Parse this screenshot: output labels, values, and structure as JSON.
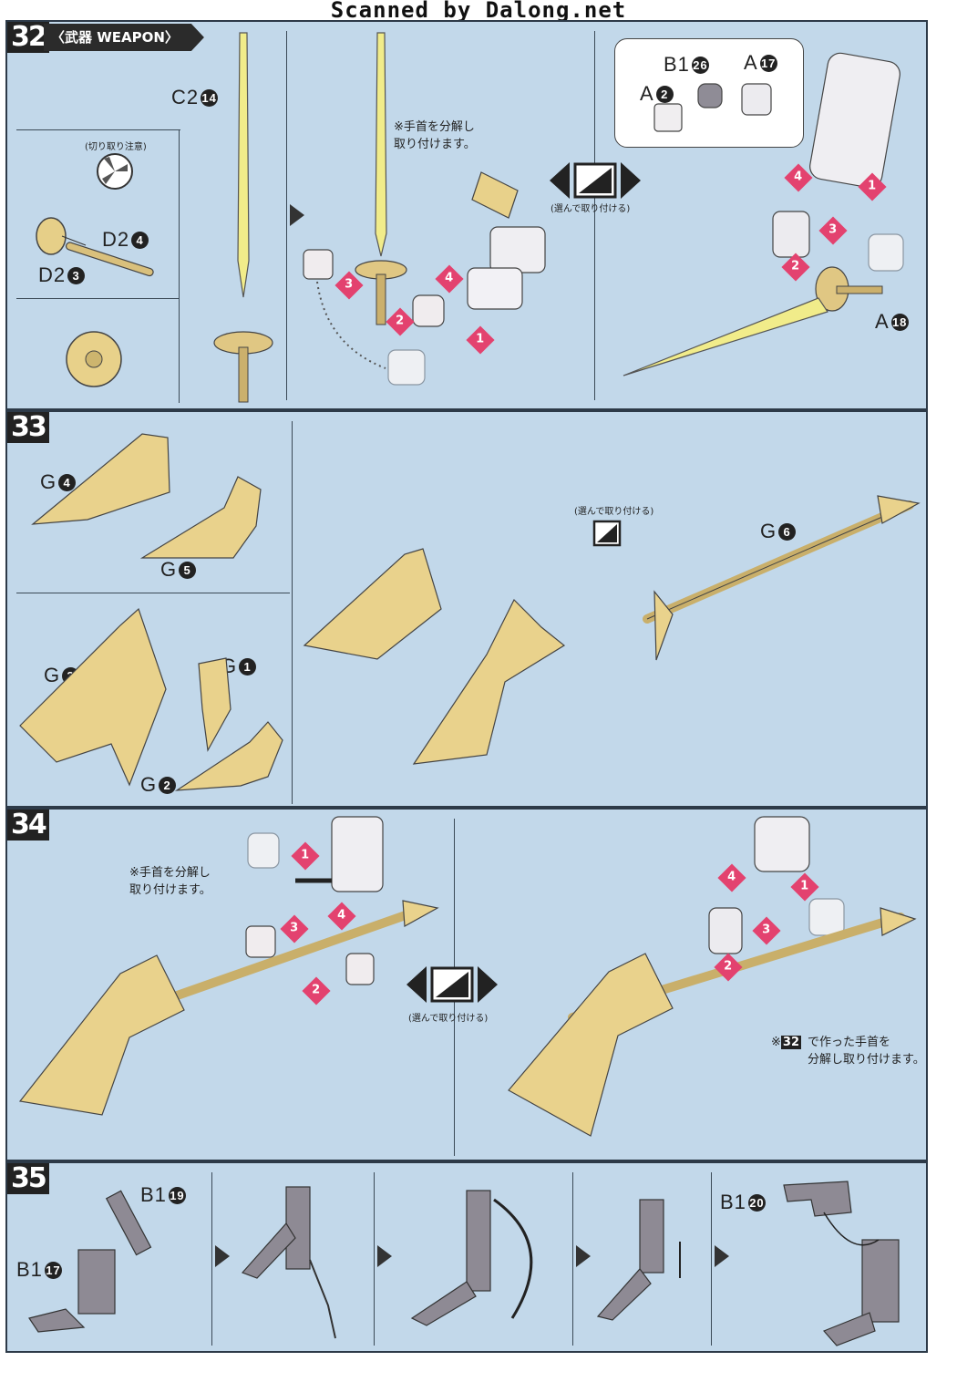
{
  "header": {
    "scan_credit": "Scanned by Dalong.net"
  },
  "step32": {
    "number": "32",
    "title": "〈武器 WEAPON〉",
    "labels": {
      "c2": "C2",
      "c2_num": "14",
      "d2a": "D2",
      "d2a_num": "4",
      "d2b": "D2",
      "d2b_num": "3",
      "b1": "B1",
      "b1_num": "26",
      "a2": "A",
      "a2_num": "2",
      "a17": "A",
      "a17_num": "17",
      "a18": "A",
      "a18_num": "18"
    },
    "cut_caution": "(切り取り注意)",
    "note": "※手首を分解し\n取り付けます。",
    "choose": "(選んで取り付ける)",
    "steps": [
      "1",
      "2",
      "3",
      "4"
    ]
  },
  "step33": {
    "number": "33",
    "labels": {
      "g4": "G",
      "g4_num": "4",
      "g5": "G",
      "g5_num": "5",
      "g3": "G",
      "g3_num": "3",
      "g1": "G",
      "g1_num": "1",
      "g2": "G",
      "g2_num": "2",
      "g6": "G",
      "g6_num": "6"
    },
    "choose": "(選んで取り付ける)"
  },
  "step34": {
    "number": "34",
    "note_left": "※手首を分解し\n取り付けます。",
    "choose": "(選んで取り付ける)",
    "note_right_ref": "32",
    "note_right": "で作った手首を\n分解し取り付けます。"
  },
  "step35": {
    "number": "35",
    "labels": {
      "b19": "B1",
      "b19_num": "19",
      "b17": "B1",
      "b17_num": "17",
      "b20": "B1",
      "b20_num": "20"
    }
  },
  "colors": {
    "panel": "#c2d8ea",
    "gold": "#e9d28c",
    "pink": "#e3426f",
    "yellow": "#f1ec8a",
    "grey": "#8e8a94"
  }
}
